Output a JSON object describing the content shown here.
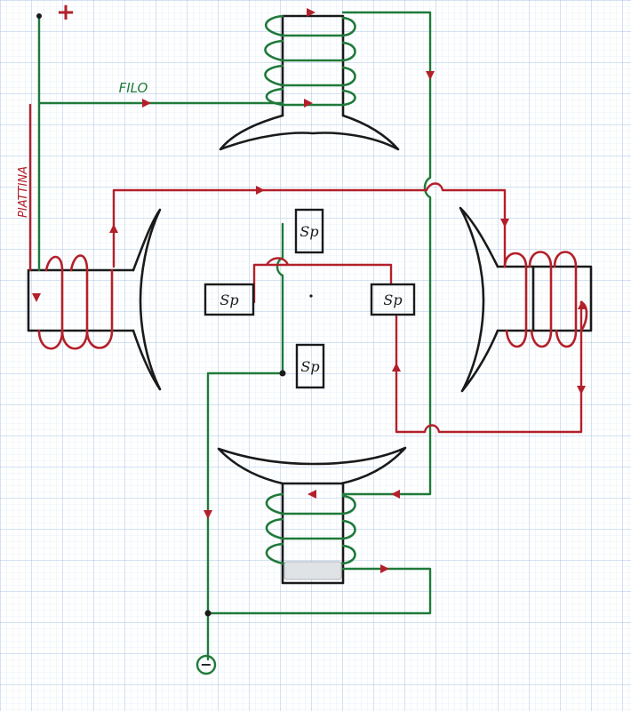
{
  "labels": {
    "plus": "+",
    "minus": "−",
    "filo": "FILO",
    "piattina": "PIATTINA",
    "sp": "Sp"
  },
  "colors": {
    "paper": "#ffffff",
    "grid_minor": "#cfe0f0",
    "grid_major": "#9fbfdf",
    "ink": "#1a1a1a",
    "wire_green": "#1f7a3a",
    "wire_red": "#b3202a"
  }
}
